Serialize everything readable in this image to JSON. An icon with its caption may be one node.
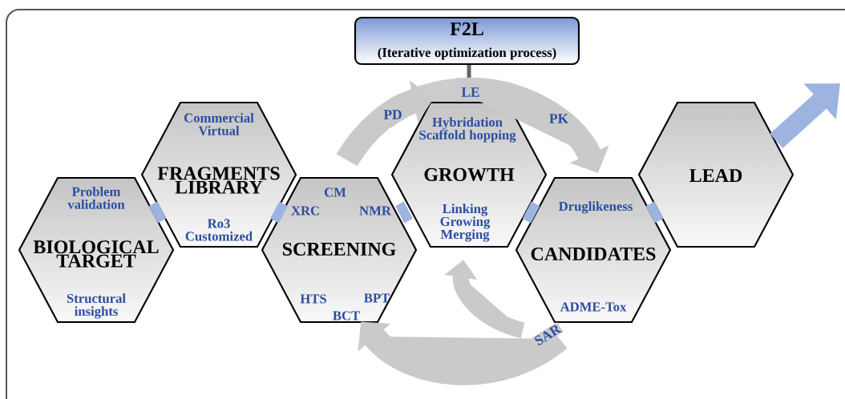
{
  "diagram": {
    "nodes": [
      {
        "text": [
          "F2L",
          "(Iterative optimization process)"
        ]
      },
      {
        "text": [
          "Problem validation",
          "BIOLOGICAL TARGET",
          "Structural insights"
        ]
      },
      {
        "text": [
          "Commercial Virtual",
          "FRAGMENTS LIBRARY",
          "Ro3 Customized"
        ]
      },
      {
        "text": [
          "CM",
          "XRC",
          "NMR",
          "SCREENING",
          "HTS",
          "BPT",
          "BCT"
        ]
      },
      {
        "text": [
          "Hybridation Scaffold hopping",
          "GROWTH",
          "Linking Growing Merging"
        ]
      },
      {
        "text": [
          "Druglikeness",
          "CANDIDATES",
          "ADME-Tox"
        ]
      },
      {
        "text": [
          "LEAD"
        ]
      }
    ],
    "edges": [
      {
        "from": 1,
        "to": 2,
        "arrow": "none"
      },
      {
        "from": 2,
        "to": 3,
        "arrow": "none"
      },
      {
        "from": 3,
        "to": 4,
        "arrow": "none"
      },
      {
        "from": 4,
        "to": 5,
        "arrow": "none"
      },
      {
        "from": 5,
        "to": 6,
        "arrow": "none"
      },
      {
        "from": 3,
        "to": 4,
        "arrow": "to",
        "label": "PD",
        "color": "#cacaca"
      },
      {
        "from": 4,
        "to": 5,
        "arrow": "to",
        "label": "PK",
        "color": "#cacaca"
      },
      {
        "from": 5,
        "to": 3,
        "arrow": "to",
        "label": "SAR",
        "color": "#cacaca"
      },
      {
        "from": 5,
        "to": 4,
        "arrow": "to",
        "color": "#cacaca"
      },
      {
        "from": 6,
        "to": null,
        "arrow": "to"
      }
    ],
    "labels": [
      "LE"
    ]
  }
}
